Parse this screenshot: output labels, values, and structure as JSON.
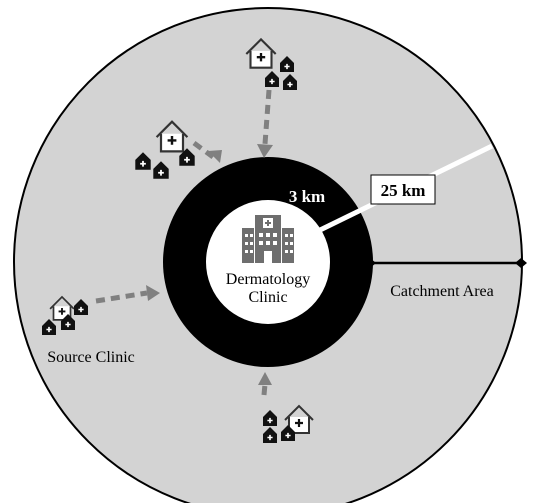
{
  "diagram": {
    "center_label_line1": "Dermatology",
    "center_label_line2": "Clinic",
    "inner_radius_label": "3 km",
    "outer_radius_label": "25 km",
    "catchment_label": "Catchment Area",
    "source_label": "Source Clinic"
  },
  "colors": {
    "catchment_fill": "#d3d3d3",
    "ring_fill": "#000000",
    "arrow": "#808080",
    "building_icon": "#6e6e6e"
  },
  "icons": {
    "center": "hospital-building-icon",
    "source": "clinic-house-icon"
  }
}
